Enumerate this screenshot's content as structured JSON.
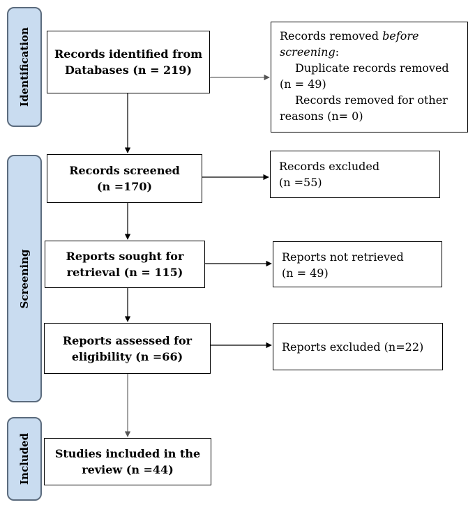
{
  "phases": {
    "identification": "Identification",
    "screening": "Screening",
    "included": "Included"
  },
  "boxes": {
    "identified": {
      "line1": "Records identified from",
      "line2": "Databases (n = 219)"
    },
    "removed": {
      "line1_prefix": "Records removed ",
      "line1_italic": "before",
      "line2_italic": "screening",
      "line2_suffix": ":",
      "dup_line1": "Duplicate records removed",
      "dup_line2": "(n = 49)",
      "other_line1": "Records removed for other",
      "other_line2": "reasons (n= 0)"
    },
    "screened": {
      "line1": "Records screened",
      "line2": "(n =170)"
    },
    "excluded": {
      "line1": "Records excluded",
      "line2": "(n =55)"
    },
    "sought": {
      "line1": "Reports sought for",
      "line2": "retrieval (n = 115)"
    },
    "not_retrieved": {
      "line1": "Reports not retrieved",
      "line2": "(n = 49)"
    },
    "assessed": {
      "line1": "Reports assessed for",
      "line2": "eligibility (n =66)"
    },
    "reports_excluded": {
      "line1": "Reports excluded (n=22)"
    },
    "included": {
      "line1": "Studies included in the",
      "line2": "review (n =44)"
    }
  }
}
